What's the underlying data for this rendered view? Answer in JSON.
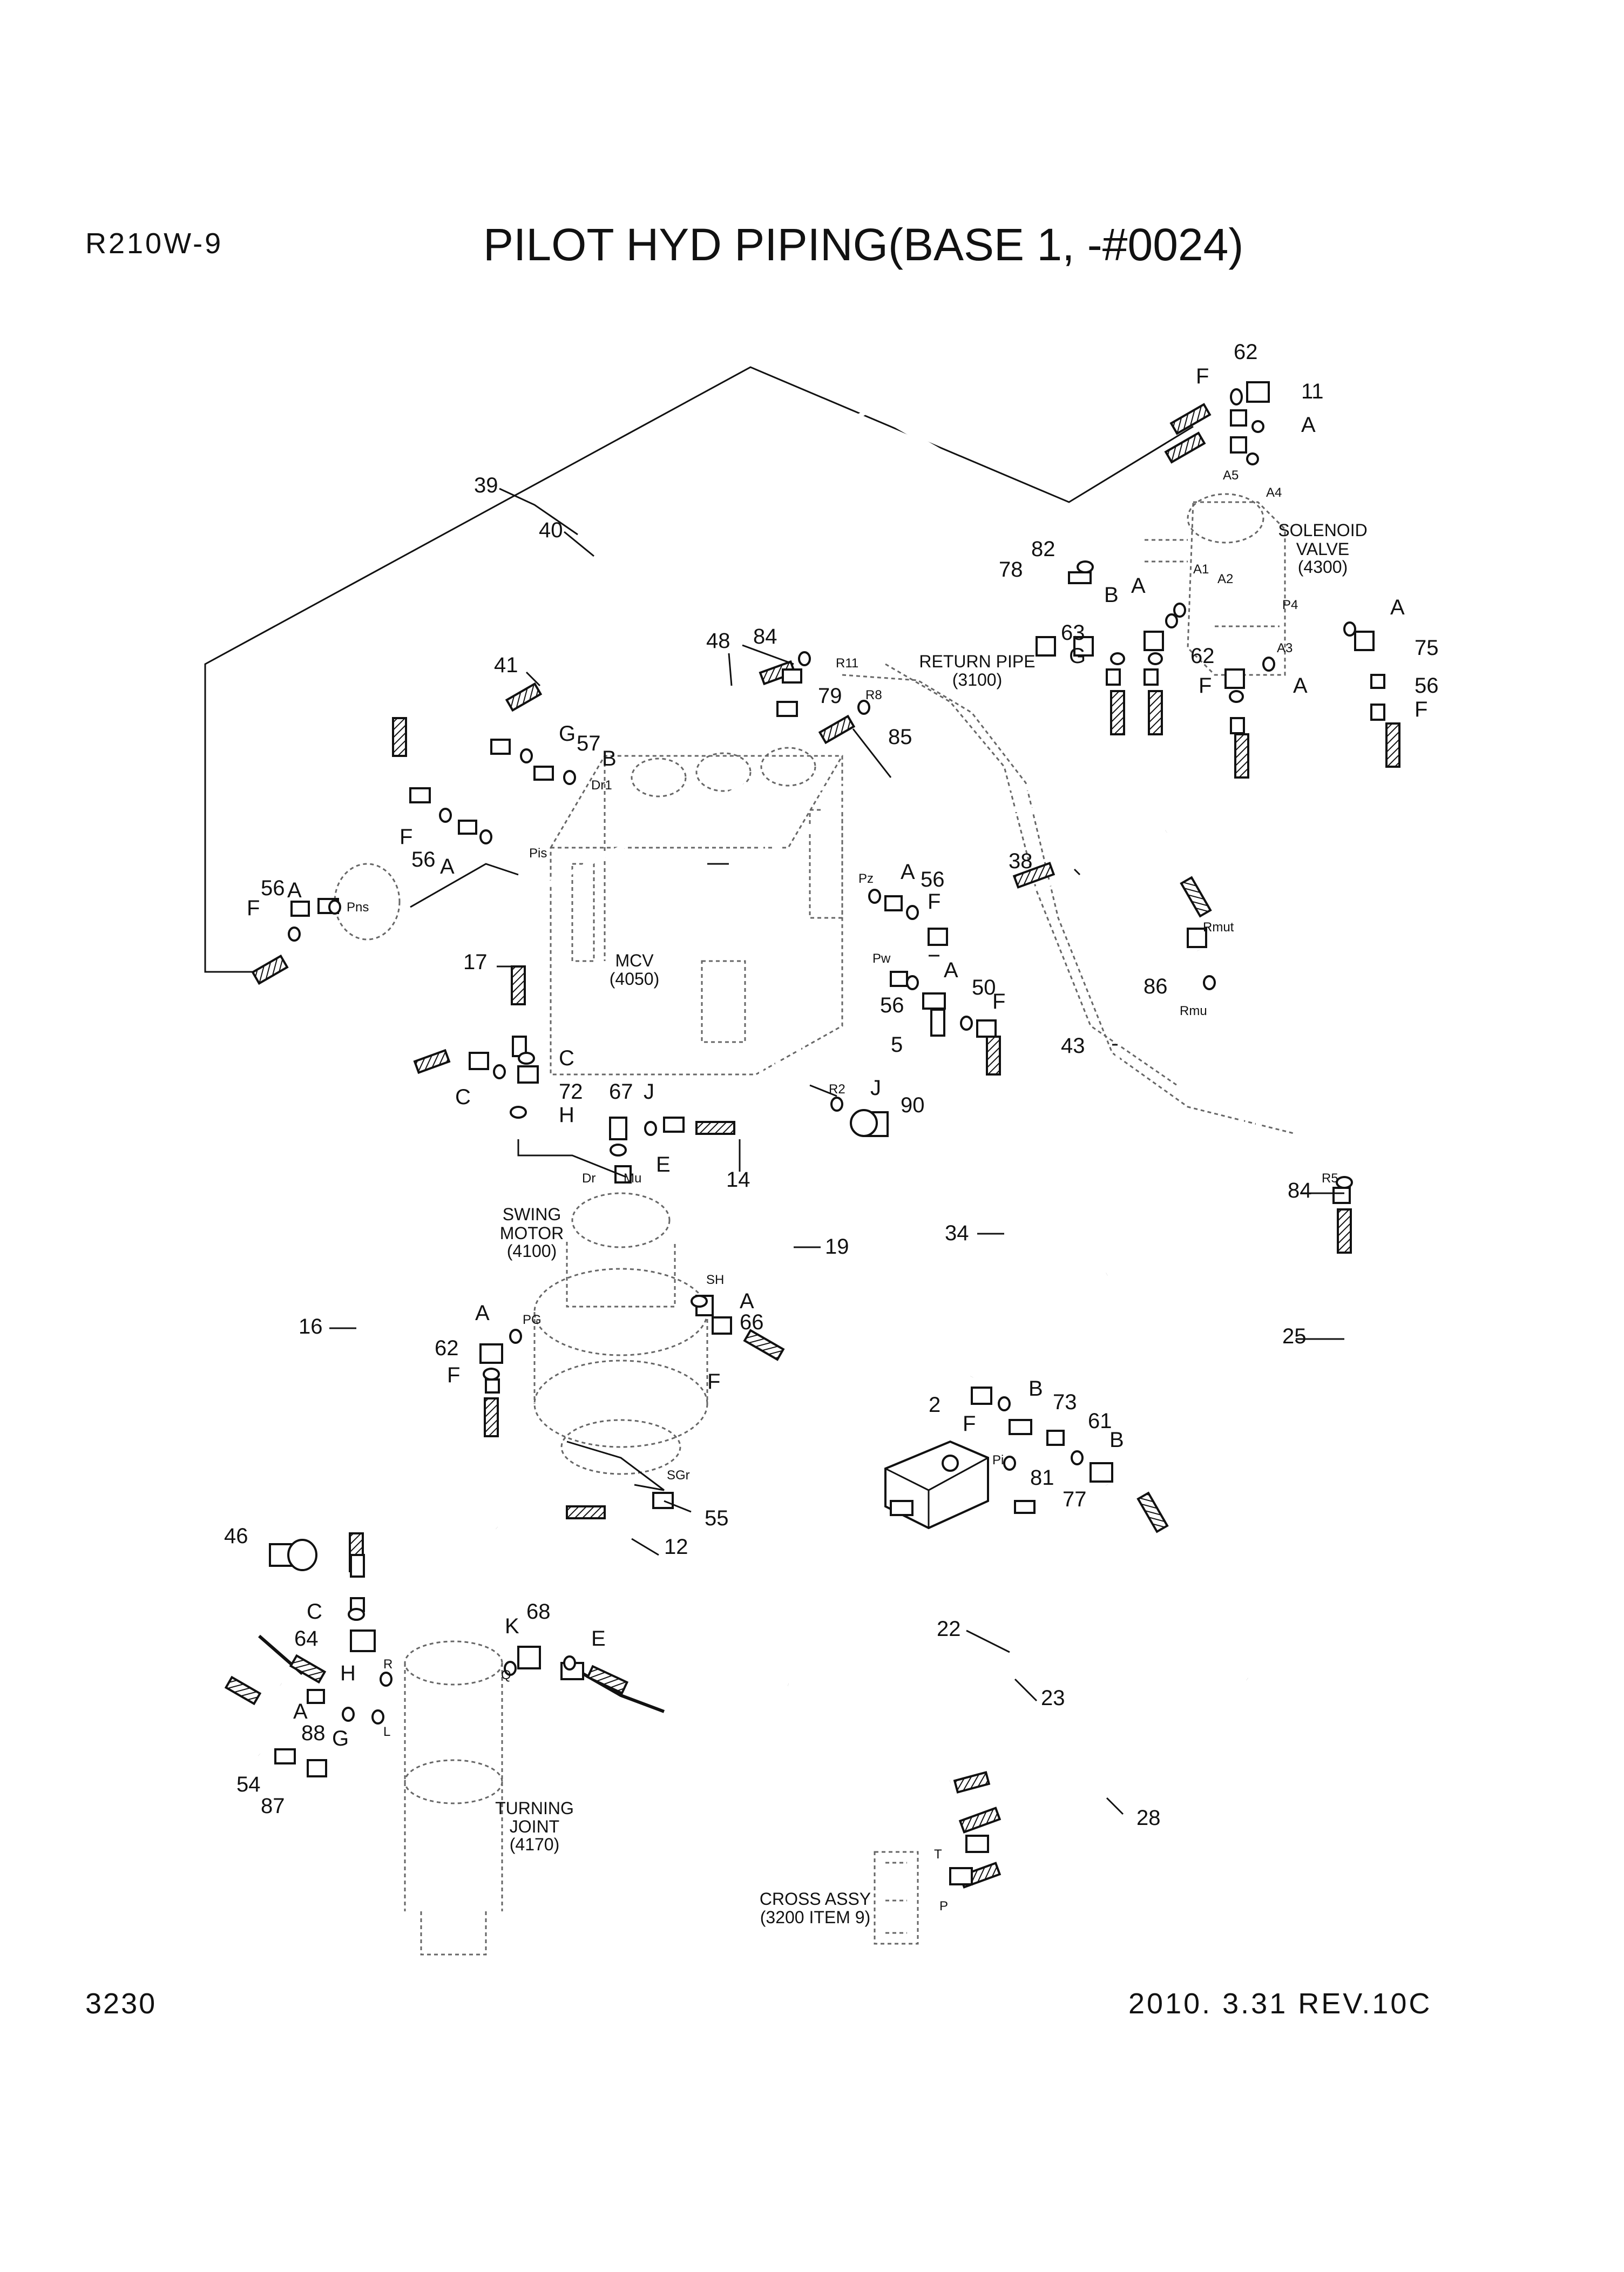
{
  "header": {
    "model": "R210W-9",
    "title": "PILOT HYD PIPING(BASE 1, -#0024)"
  },
  "footer": {
    "page_number": "3230",
    "revision": "2010. 3.31  REV.10C"
  },
  "components": {
    "solenoid_valve": [
      "SOLENOID",
      "VALVE",
      "(4300)"
    ],
    "return_pipe": [
      "RETURN PIPE",
      "(3100)"
    ],
    "mcv": [
      "MCV",
      "(4050)"
    ],
    "swing_motor": [
      "SWING",
      "MOTOR",
      "(4100)"
    ],
    "turning_joint": [
      "TURNING",
      "JOINT",
      "(4170)"
    ],
    "cross_assy": [
      "CROSS ASSY",
      "(3200 ITEM 9)"
    ]
  },
  "callouts": {
    "c62a": "62",
    "F1": "F",
    "c11": "11",
    "A1": "A",
    "c39": "39",
    "c40": "40",
    "c82": "82",
    "c78": "78",
    "B1": "B",
    "A2": "A",
    "A3": "A",
    "c75": "75",
    "c63": "63",
    "G1": "G",
    "c62b": "62",
    "F2": "F",
    "A4": "A",
    "c56a": "56",
    "F3": "F",
    "c48": "48",
    "c84a": "84",
    "c41": "41",
    "c79": "79",
    "c85": "85",
    "G2": "G",
    "c57": "57",
    "B2": "B",
    "F4": "F",
    "c56b": "56",
    "A5": "A",
    "A6": "A",
    "c56c": "56",
    "F5": "F",
    "c38": "38",
    "A7": "A",
    "c56d": "56",
    "F6": "F",
    "c17": "17",
    "A8": "A",
    "c50": "50",
    "c56e": "56",
    "F7": "F",
    "c86": "86",
    "c5": "5",
    "c43": "43",
    "C1": "C",
    "C2": "C",
    "c72": "72",
    "H1": "H",
    "c67": "67",
    "J1": "J",
    "J2": "J",
    "c90": "90",
    "E1": "E",
    "c14": "14",
    "c84b": "84",
    "c34": "34",
    "c19": "19",
    "A9": "A",
    "c66": "66",
    "c16": "16",
    "A10": "A",
    "c62c": "62",
    "F8": "F",
    "F9": "F",
    "c25": "25",
    "c2": "2",
    "B3": "B",
    "c73": "73",
    "F10": "F",
    "c61": "61",
    "B4": "B",
    "c81": "81",
    "c77": "77",
    "c55": "55",
    "c12": "12",
    "c46": "46",
    "C3": "C",
    "c64": "64",
    "c68": "68",
    "K1": "K",
    "E2": "E",
    "H2": "H",
    "A11": "A",
    "c88": "88",
    "G3": "G",
    "c22": "22",
    "c23": "23",
    "c54": "54",
    "c87": "87",
    "c28": "28"
  },
  "ports": {
    "A5": "A5",
    "A4": "A4",
    "A1": "A1",
    "A2": "A2",
    "P4": "P4",
    "A3": "A3",
    "R11": "R11",
    "R8": "R8",
    "Dr1": "Dr1",
    "Pis": "Pis",
    "Pns": "Pns",
    "Pz": "Pz",
    "Pw": "Pw",
    "Rmut": "Rmut",
    "Rmu": "Rmu",
    "R2": "R2",
    "Mu": "Mu",
    "Dr": "Dr",
    "SH": "SH",
    "PG": "PG",
    "SGr": "SGr",
    "Pi": "Pi",
    "R5": "R5",
    "R": "R",
    "Q": "Q",
    "L": "L",
    "T": "T",
    "P": "P"
  }
}
